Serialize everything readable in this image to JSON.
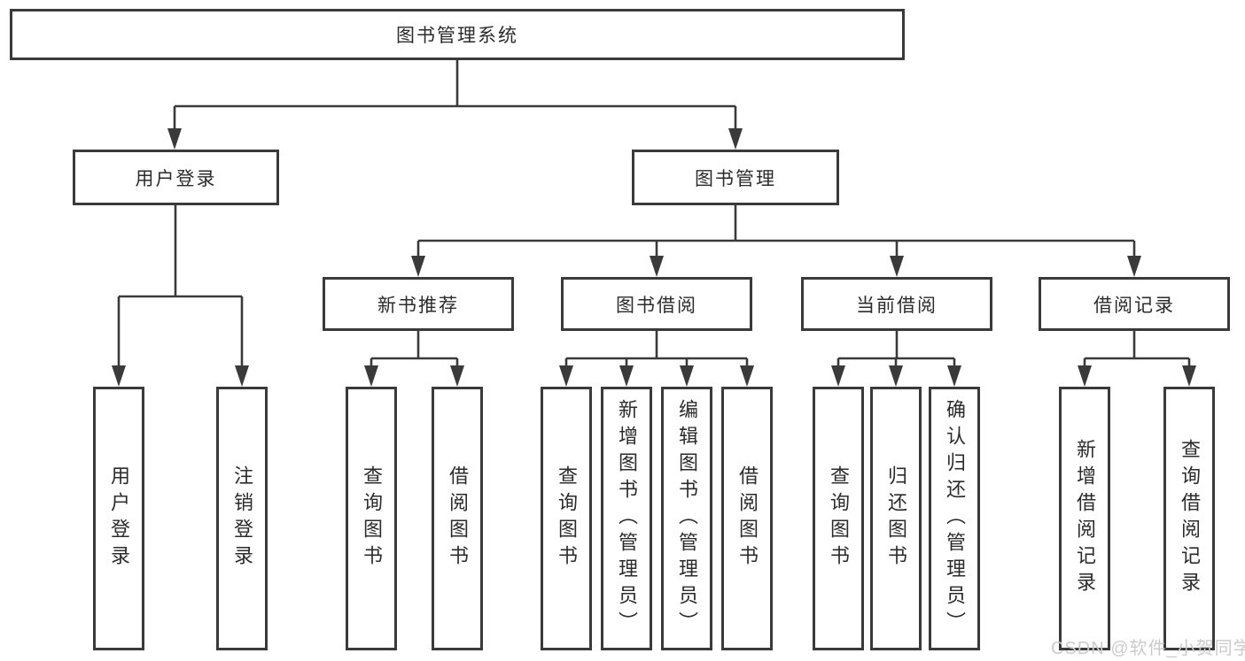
{
  "tree": {
    "root": "图书管理系统",
    "branches": [
      {
        "label": "用户登录",
        "children": [
          "用户登录",
          "注销登录"
        ]
      },
      {
        "label": "图书管理",
        "groups": [
          {
            "label": "新书推荐",
            "children": [
              "查询图书",
              "借阅图书"
            ]
          },
          {
            "label": "图书借阅",
            "children": [
              "查询图书",
              "新增图书（管理员）",
              "编辑图书（管理员）",
              "借阅图书"
            ]
          },
          {
            "label": "当前借阅",
            "children": [
              "查询图书",
              "归还图书",
              "确认归还（管理员）"
            ]
          },
          {
            "label": "借阅记录",
            "children": [
              "新增借阅记录",
              "查询借阅记录"
            ]
          }
        ]
      }
    ]
  },
  "watermark": "CSDN @软件_小贺同学",
  "colors": {
    "line": "#3a3a3a",
    "text": "#2b2b2b",
    "background": "#ffffff",
    "watermark": "#cbcbcb"
  }
}
